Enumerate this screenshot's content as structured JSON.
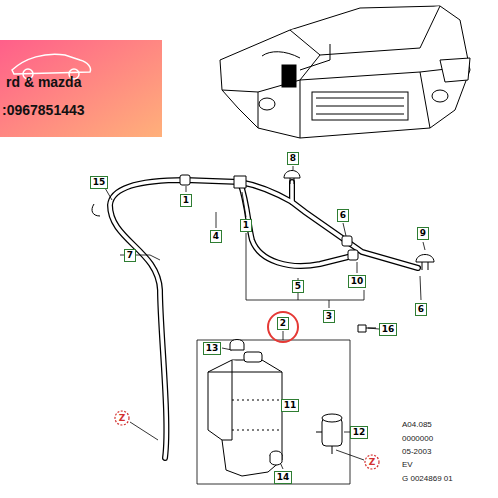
{
  "diagram": {
    "labels": [
      "rd & mazda",
      ":0967851443",
      "15",
      "1",
      "8",
      "4",
      "1",
      "6",
      "9",
      "7",
      "5",
      "10",
      "3",
      "2",
      "16",
      "6",
      "13",
      "11",
      "12",
      "14",
      "Z",
      "Z",
      "A04.085",
      "0000000",
      "05-2003",
      "EV",
      "G 0024869 01"
    ]
  }
}
